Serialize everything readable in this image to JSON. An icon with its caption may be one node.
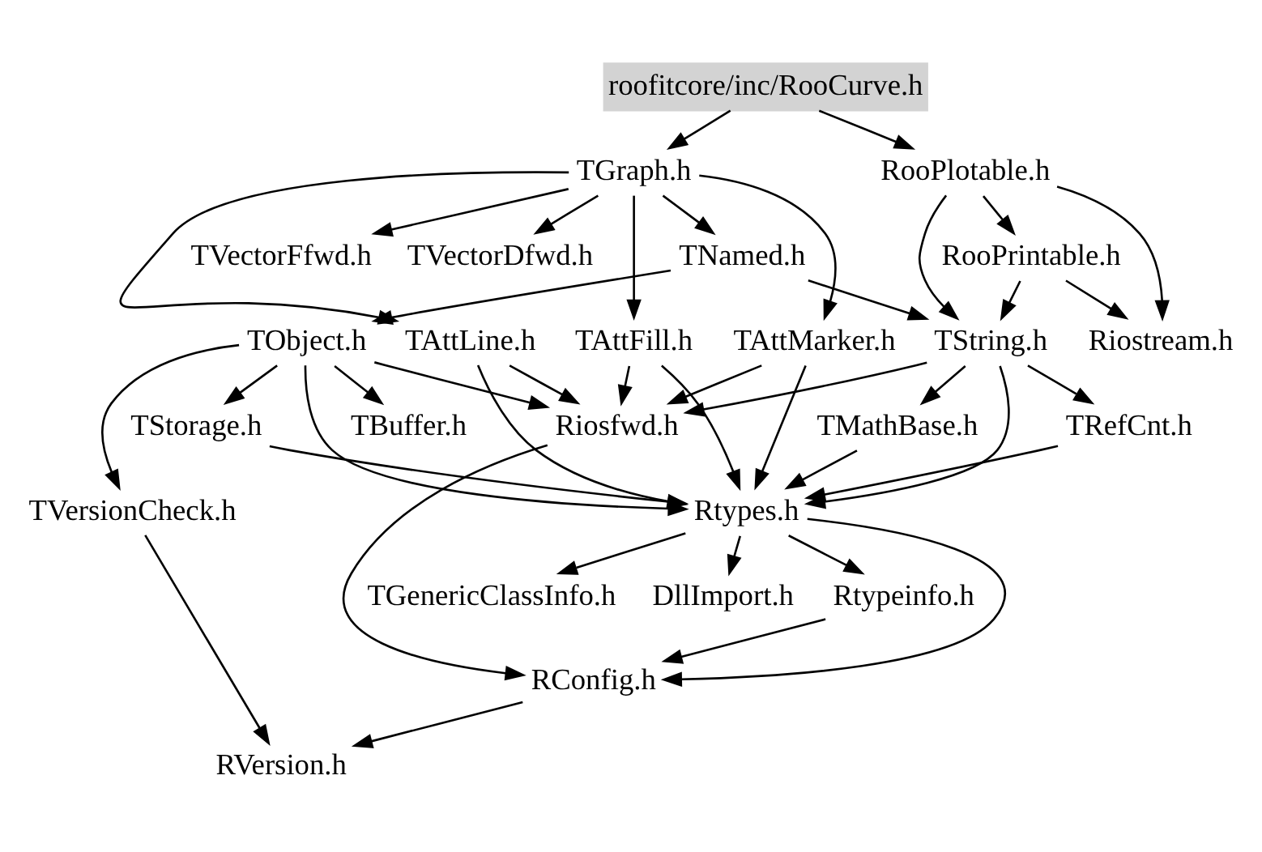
{
  "diagram": {
    "nodes": [
      {
        "text": [
          "roofitcore/inc/RooCurve.h"
        ]
      },
      {
        "text": [
          "TGraph.h"
        ]
      },
      {
        "text": [
          "RooPlotable.h"
        ]
      },
      {
        "text": [
          "TNamed.h"
        ]
      },
      {
        "text": [
          "TVectorFfwd.h"
        ]
      },
      {
        "text": [
          "TVectorDfwd.h"
        ]
      },
      {
        "text": [
          "RooPrintable.h"
        ]
      },
      {
        "text": [
          "TObject.h"
        ]
      },
      {
        "text": [
          "TAttFill.h"
        ]
      },
      {
        "text": [
          "TAttMarker.h"
        ]
      },
      {
        "text": [
          "TAttLine.h"
        ]
      },
      {
        "text": [
          "TString.h"
        ]
      },
      {
        "text": [
          "TBuffer.h"
        ]
      },
      {
        "text": [
          "TStorage.h"
        ]
      },
      {
        "text": [
          "Riosfwd.h"
        ]
      },
      {
        "text": [
          "TRefCnt.h"
        ]
      },
      {
        "text": [
          "TMathBase.h"
        ]
      },
      {
        "text": [
          "TVersionCheck.h"
        ]
      },
      {
        "text": [
          "Rtypes.h"
        ]
      },
      {
        "text": [
          "Riostream.h"
        ]
      },
      {
        "text": [
          "TGenericClassInfo.h"
        ]
      },
      {
        "text": [
          "DllImport.h"
        ]
      },
      {
        "text": [
          "Rtypeinfo.h"
        ]
      },
      {
        "text": [
          "RConfig.h"
        ]
      },
      {
        "text": [
          "RVersion.h"
        ]
      }
    ],
    "edges": [
      {
        "from": 0,
        "to": 1,
        "arrow": "to"
      },
      {
        "from": 0,
        "to": 2,
        "arrow": "to"
      },
      {
        "from": 1,
        "to": 3,
        "arrow": "to"
      },
      {
        "from": 1,
        "to": 4,
        "arrow": "to"
      },
      {
        "from": 1,
        "to": 5,
        "arrow": "to"
      },
      {
        "from": 1,
        "to": 8,
        "arrow": "to"
      },
      {
        "from": 1,
        "to": 9,
        "arrow": "to"
      },
      {
        "from": 1,
        "to": 10,
        "arrow": "to"
      },
      {
        "from": 2,
        "to": 6,
        "arrow": "to"
      },
      {
        "from": 2,
        "to": 11,
        "arrow": "to"
      },
      {
        "from": 2,
        "to": 19,
        "arrow": "to"
      },
      {
        "from": 3,
        "to": 7,
        "arrow": "to"
      },
      {
        "from": 3,
        "to": 11,
        "arrow": "to"
      },
      {
        "from": 6,
        "to": 11,
        "arrow": "to"
      },
      {
        "from": 6,
        "to": 19,
        "arrow": "to"
      },
      {
        "from": 7,
        "to": 12,
        "arrow": "to"
      },
      {
        "from": 7,
        "to": 17,
        "arrow": "to"
      },
      {
        "from": 7,
        "to": 13,
        "arrow": "to"
      },
      {
        "from": 7,
        "to": 14,
        "arrow": "to"
      },
      {
        "from": 7,
        "to": 18,
        "arrow": "to"
      },
      {
        "from": 8,
        "to": 14,
        "arrow": "to"
      },
      {
        "from": 8,
        "to": 18,
        "arrow": "to"
      },
      {
        "from": 9,
        "to": 14,
        "arrow": "to"
      },
      {
        "from": 9,
        "to": 18,
        "arrow": "to"
      },
      {
        "from": 10,
        "to": 14,
        "arrow": "to"
      },
      {
        "from": 10,
        "to": 18,
        "arrow": "to"
      },
      {
        "from": 11,
        "to": 14,
        "arrow": "to"
      },
      {
        "from": 11,
        "to": 15,
        "arrow": "to"
      },
      {
        "from": 11,
        "to": 16,
        "arrow": "to"
      },
      {
        "from": 11,
        "to": 18,
        "arrow": "to"
      },
      {
        "from": 13,
        "to": 18,
        "arrow": "to"
      },
      {
        "from": 15,
        "to": 18,
        "arrow": "to"
      },
      {
        "from": 16,
        "to": 18,
        "arrow": "to"
      },
      {
        "from": 14,
        "to": 23,
        "arrow": "to"
      },
      {
        "from": 17,
        "to": 24,
        "arrow": "to"
      },
      {
        "from": 18,
        "to": 20,
        "arrow": "to"
      },
      {
        "from": 18,
        "to": 21,
        "arrow": "to"
      },
      {
        "from": 18,
        "to": 22,
        "arrow": "to"
      },
      {
        "from": 18,
        "to": 23,
        "arrow": "to"
      },
      {
        "from": 22,
        "to": 23,
        "arrow": "to"
      },
      {
        "from": 23,
        "to": 24,
        "arrow": "to"
      }
    ]
  }
}
